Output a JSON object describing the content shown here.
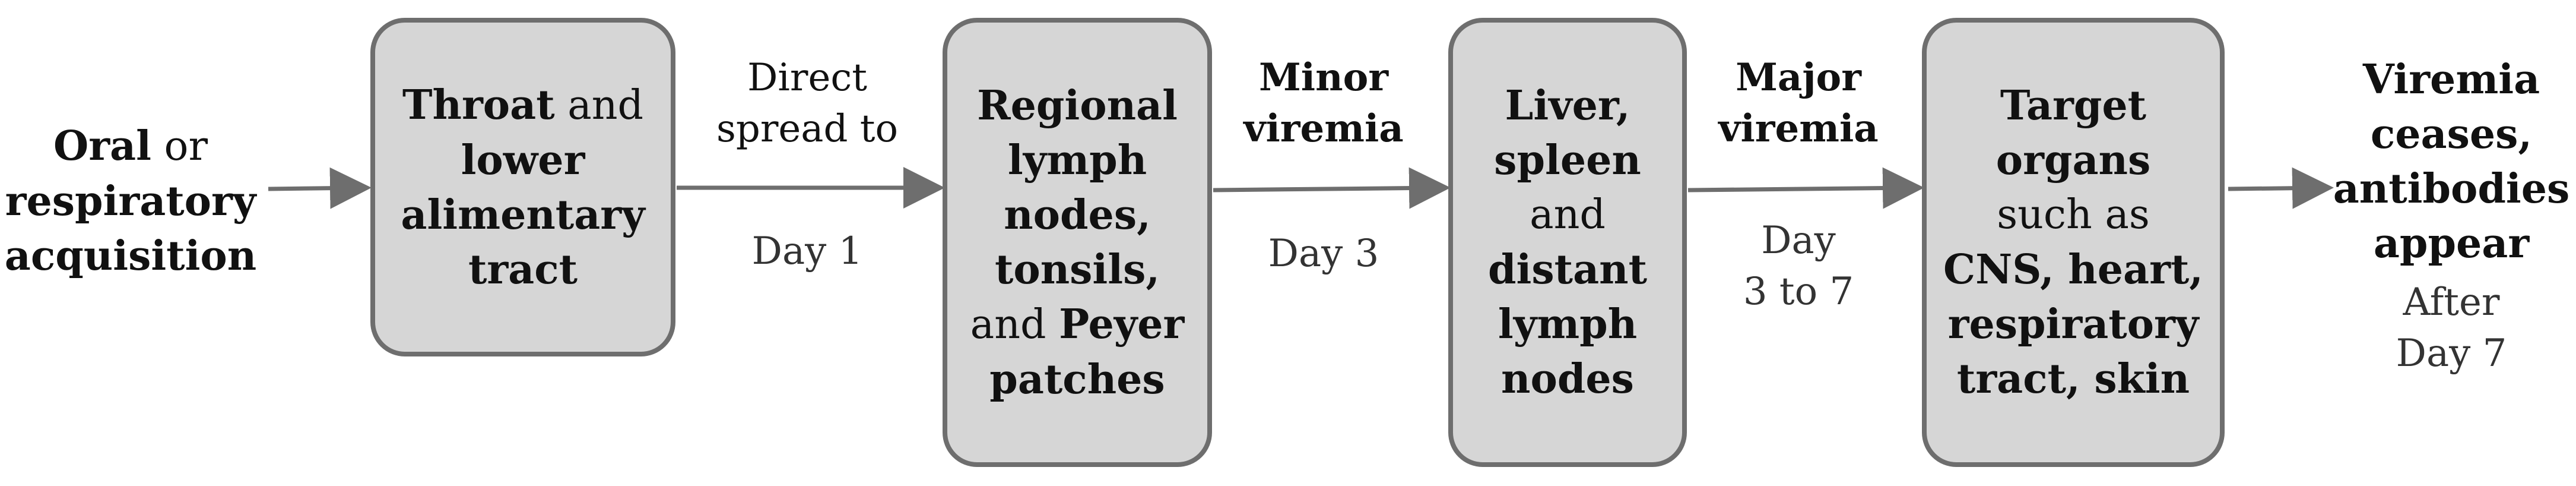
{
  "start": {
    "line1_bold": "Oral",
    "line1_rest": " or",
    "line2": "respiratory",
    "line3": "acquisition"
  },
  "stage1": {
    "line1_bold": "Throat",
    "line1_rest": " and",
    "line2": "lower",
    "line3": "alimentary",
    "line4": "tract"
  },
  "step1": {
    "top1": "Direct",
    "top2": "spread to",
    "bottom": "Day 1"
  },
  "stage2": {
    "line1": "Regional",
    "line2": "lymph",
    "line3": "nodes,",
    "line4": "tonsils,",
    "line5_normal": "and ",
    "line5_bold": "Peyer",
    "line6": "patches"
  },
  "step2": {
    "top1": "Minor",
    "top2": "viremia",
    "bottom": "Day 3"
  },
  "stage3": {
    "line1": "Liver,",
    "line2": "spleen",
    "line3": "and",
    "line4": "distant",
    "line5": "lymph",
    "line6": "nodes"
  },
  "step3": {
    "top1": "Major",
    "top2": "viremia",
    "bottom1": "Day",
    "bottom2": "3 to 7"
  },
  "stage4": {
    "line1": "Target",
    "line2": "organs",
    "line3": "such as",
    "line4": "CNS, heart,",
    "line5": "respiratory",
    "line6": "tract, skin"
  },
  "end": {
    "line1": "Viremia",
    "line2": "ceases,",
    "line3": "antibodies",
    "line4": "appear",
    "after1": "After",
    "after2": "Day 7"
  }
}
